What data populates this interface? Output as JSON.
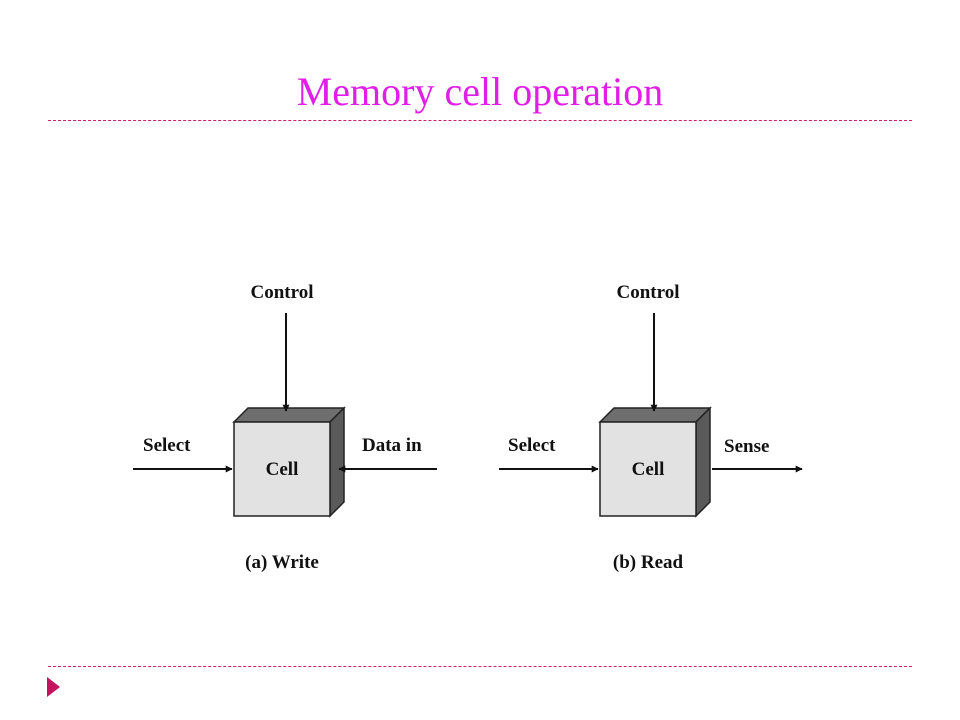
{
  "slide": {
    "title": "Memory cell operation",
    "title_color": "#e01ee8",
    "rule_color": "#d21f6a",
    "bullet_color": "#c4135e",
    "bullet_icon": "triangle-right-icon"
  },
  "diagram": {
    "write": {
      "control_label": "Control",
      "select_label": "Select",
      "cell_label": "Cell",
      "data_in_label": "Data in",
      "caption": "(a) Write"
    },
    "read": {
      "control_label": "Control",
      "select_label": "Select",
      "cell_label": "Cell",
      "sense_label": "Sense",
      "caption": "(b) Read"
    },
    "cell_face_color": "#e2e2e2",
    "cell_edge_color": "#555555"
  }
}
